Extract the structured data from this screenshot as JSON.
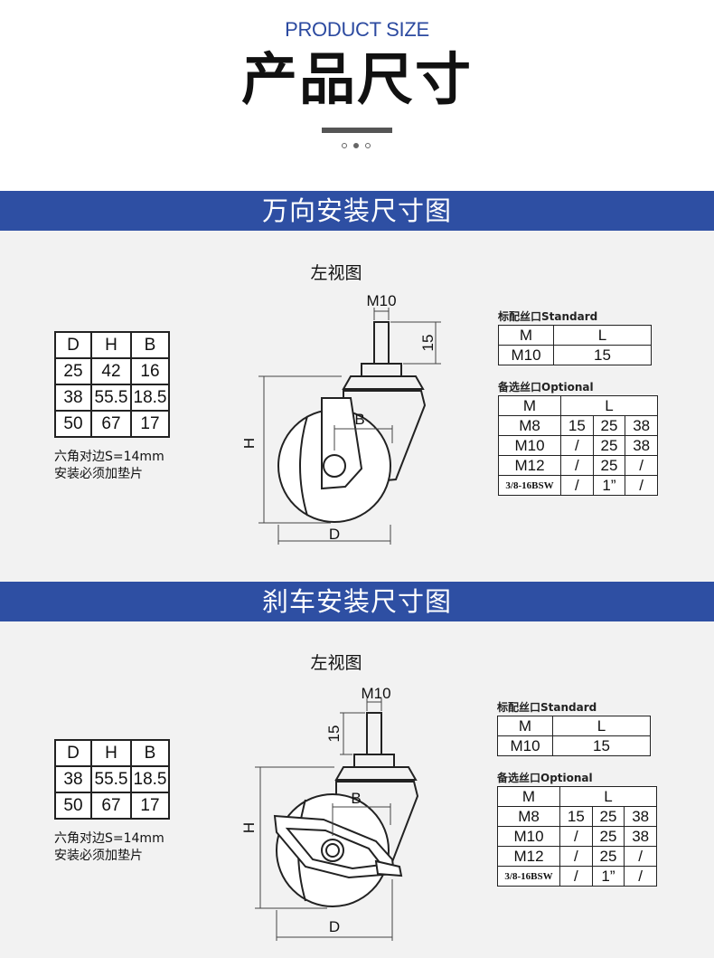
{
  "header": {
    "eyebrow": "PRODUCT SIZE",
    "title": "产品尺寸"
  },
  "sections": [
    {
      "band": "万向安装尺寸图",
      "view_label": "左视图",
      "dim_table": {
        "headers": [
          "D",
          "H",
          "B"
        ],
        "rows": [
          [
            "25",
            "42",
            "16"
          ],
          [
            "38",
            "55.5",
            "18.5"
          ],
          [
            "50",
            "67",
            "17"
          ]
        ]
      },
      "note": [
        "六角对边S=14mm",
        "安装必须加垫片"
      ],
      "drawing_labels": {
        "m": "M10",
        "l": "15",
        "b": "B",
        "h": "H",
        "d": "D"
      },
      "standard": {
        "caption": "标配丝口Standard",
        "headers": [
          "M",
          "L"
        ],
        "rows": [
          [
            "M10",
            "15"
          ]
        ]
      },
      "optional": {
        "caption": "备选丝口Optional",
        "headers": [
          "M",
          "L"
        ],
        "rows": [
          [
            "M8",
            "15",
            "25",
            "38"
          ],
          [
            "M10",
            "/",
            "25",
            "38"
          ],
          [
            "M12",
            "/",
            "25",
            "/"
          ],
          [
            "3/8-16BSW",
            "/",
            "1”",
            "/"
          ]
        ]
      }
    },
    {
      "band": "刹车安装尺寸图",
      "view_label": "左视图",
      "dim_table": {
        "headers": [
          "D",
          "H",
          "B"
        ],
        "rows": [
          [
            "38",
            "55.5",
            "18.5"
          ],
          [
            "50",
            "67",
            "17"
          ]
        ]
      },
      "note": [
        "六角对边S=14mm",
        "安装必须加垫片"
      ],
      "drawing_labels": {
        "m": "M10",
        "l": "15",
        "b": "B",
        "h": "H",
        "d": "D"
      },
      "standard": {
        "caption": "标配丝口Standard",
        "headers": [
          "M",
          "L"
        ],
        "rows": [
          [
            "M10",
            "15"
          ]
        ]
      },
      "optional": {
        "caption": "备选丝口Optional",
        "headers": [
          "M",
          "L"
        ],
        "rows": [
          [
            "M8",
            "15",
            "25",
            "38"
          ],
          [
            "M10",
            "/",
            "25",
            "38"
          ],
          [
            "M12",
            "/",
            "25",
            "/"
          ],
          [
            "3/8-16BSW",
            "/",
            "1”",
            "/"
          ]
        ]
      }
    }
  ]
}
